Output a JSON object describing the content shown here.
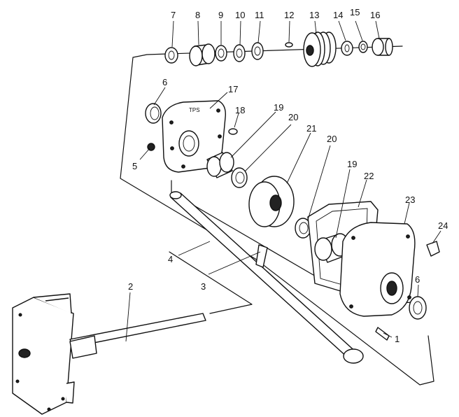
{
  "diagram": {
    "callouts": {
      "c7": "7",
      "c8": "8",
      "c9": "9",
      "c10": "10",
      "c11": "11",
      "c12": "12",
      "c13": "13",
      "c14": "14",
      "c15": "15",
      "c16": "16",
      "c6a": "6",
      "c17": "17",
      "c18": "18",
      "c19a": "19",
      "c20a": "20",
      "c21": "21",
      "c5": "5",
      "c20b": "20",
      "c19b": "19",
      "c22": "22",
      "c23": "23",
      "c24": "24",
      "c4": "4",
      "c3": "3",
      "c2": "2",
      "c6b": "6",
      "c1": "1"
    },
    "plate_marking": "TPS"
  }
}
